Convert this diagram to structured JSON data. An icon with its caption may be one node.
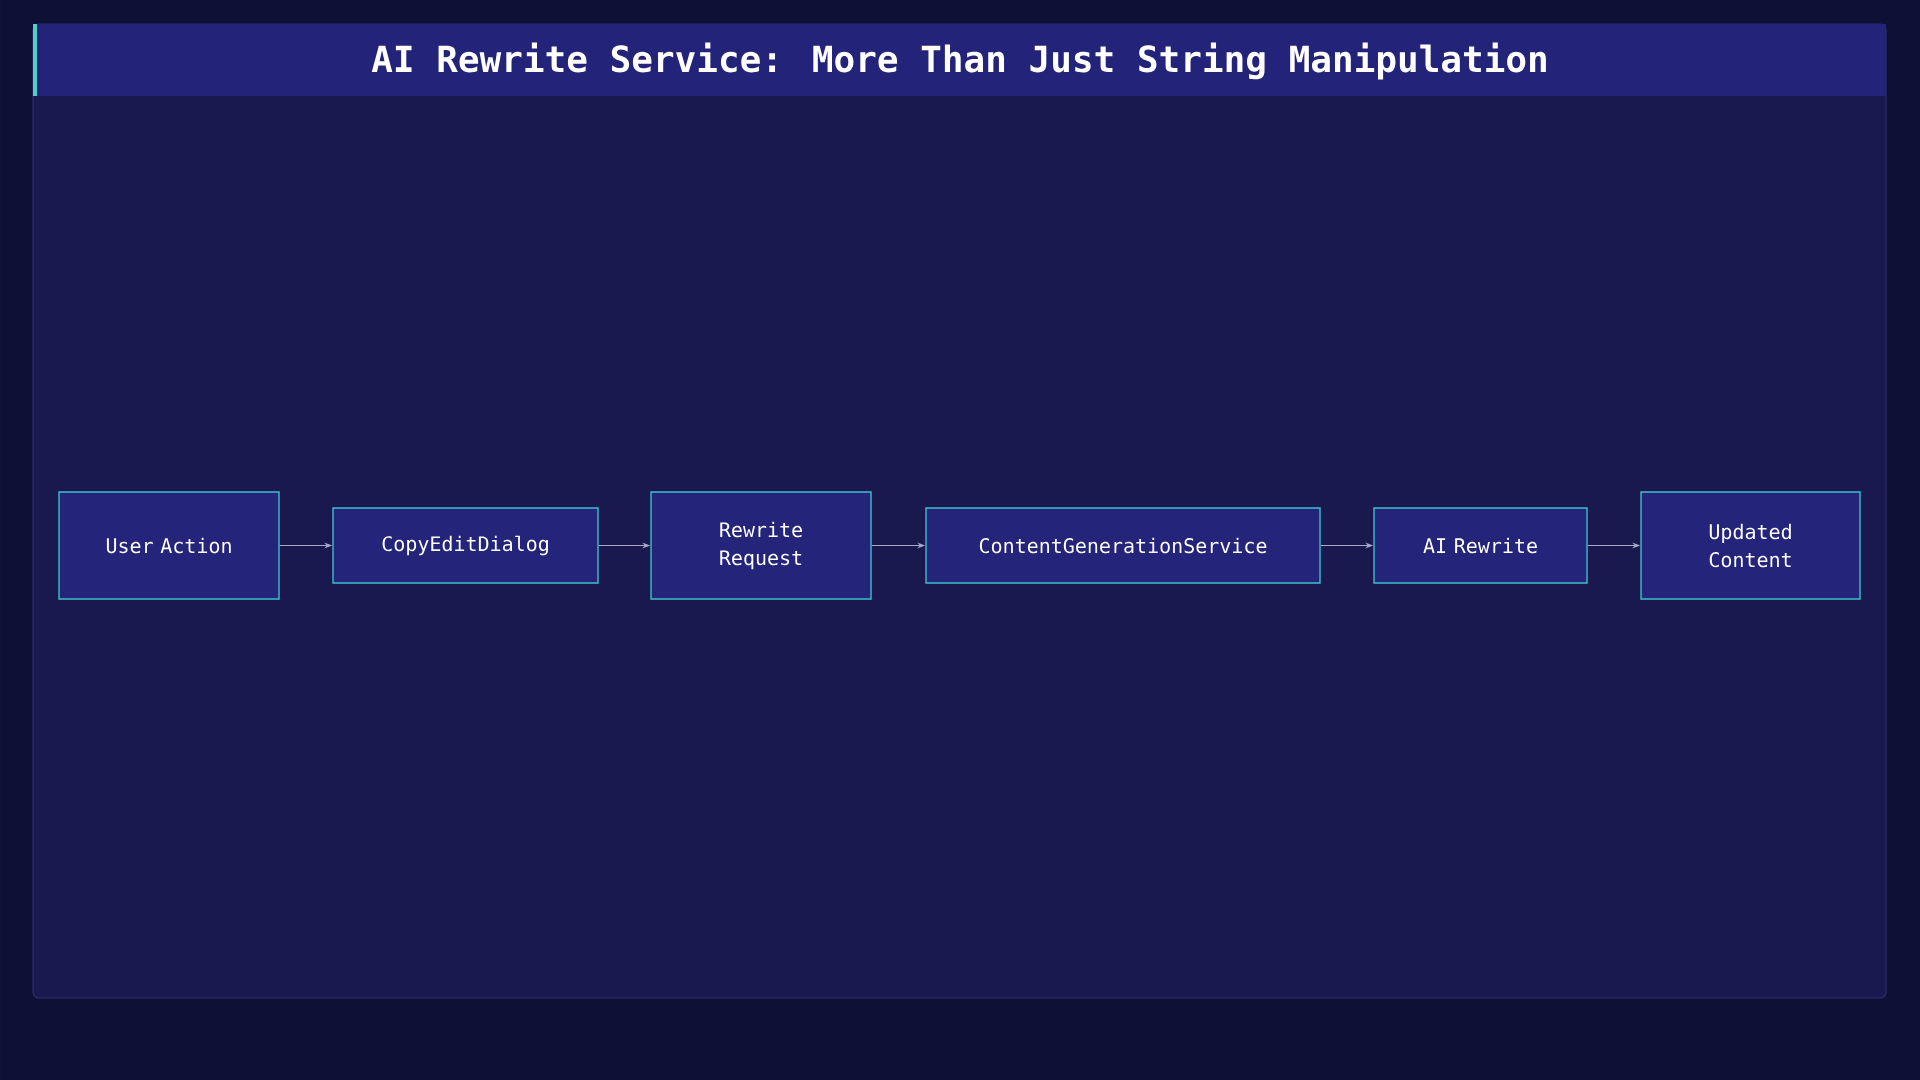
{
  "diagram": {
    "title": "AI Rewrite Service: More Than Just String Manipulation",
    "nodes": [
      {
        "text": [
          "User Action"
        ]
      },
      {
        "text": [
          "CopyEditDialog"
        ]
      },
      {
        "text": [
          "Rewrite Request"
        ]
      },
      {
        "text": [
          "ContentGenerationService"
        ]
      },
      {
        "text": [
          "AI Rewrite"
        ]
      },
      {
        "text": [
          "Updated Content"
        ]
      }
    ],
    "edges": [
      {
        "from": 0,
        "to": 1,
        "arrow": "to"
      },
      {
        "from": 1,
        "to": 2,
        "arrow": "to"
      },
      {
        "from": 2,
        "to": 3,
        "arrow": "to"
      },
      {
        "from": 3,
        "to": 4,
        "arrow": "to"
      },
      {
        "from": 4,
        "to": 5,
        "arrow": "to"
      }
    ]
  }
}
